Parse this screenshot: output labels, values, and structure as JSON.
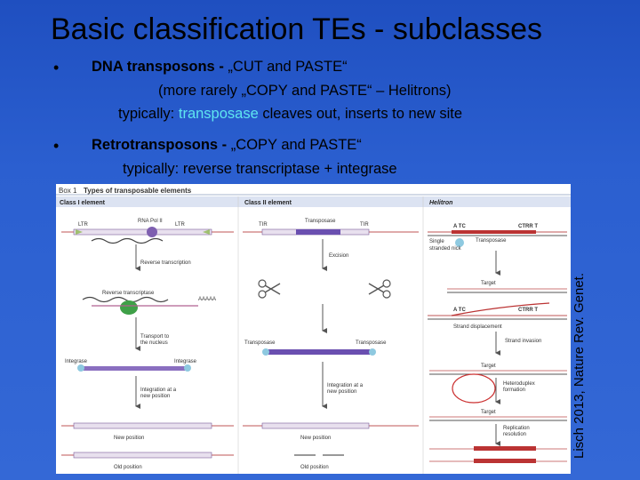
{
  "title": "Basic classification TEs - subclasses",
  "bullets": [
    {
      "marker": "•",
      "heading": "DNA transposons - ",
      "heading_rest": "„CUT and PASTE“",
      "line2": "(more rarely „COPY and PASTE“ – Helitrons)",
      "line3_pre": "typically: ",
      "line3_highlight": "transposase",
      "line3_post": " cleaves out, inserts to new site"
    },
    {
      "marker": "•",
      "heading": "Retrotransposons - ",
      "heading_rest": "„COPY and PASTE“",
      "line2": "typically: reverse transcriptase + integrase"
    }
  ],
  "credit": "Lisch 2013, Nature Rev. Genet.",
  "colors": {
    "highlight": "#5fe6f0",
    "background": "#2b5fd0"
  },
  "figure": {
    "box_label": "Box 1",
    "box_title": "Types of transposable elements",
    "class1": {
      "header": "Class I element",
      "ltr_left": "LTR",
      "rna_pol": "RNA Pol II",
      "ltr_right": "LTR",
      "step1": "Reverse transcription",
      "rt": "Reverse transcriptase",
      "polya": "AAAAA",
      "step2a": "Transport to",
      "step2b": "the nucleus",
      "integrase_left": "Integrase",
      "integrase_right": "Integrase",
      "step3a": "Integration at a",
      "step3b": "new position",
      "new_position": "New position",
      "old_position": "Old position"
    },
    "class2": {
      "header": "Class II element",
      "tir_left": "TIR",
      "transposase_top": "Transposase",
      "tir_right": "TIR",
      "excision": "Excision",
      "transposase_left": "Transposase",
      "transposase_right": "Transposase",
      "step_a": "Integration at a",
      "step_b": "new position",
      "new_position": "New position",
      "old_position": "Old position"
    },
    "helitron": {
      "header": "Helitron",
      "atc": "A TC",
      "ctrr": "CTRR T",
      "single_a": "Single",
      "single_b": "stranded nick",
      "transposase": "Transposase",
      "target1": "Target",
      "atc2": "A TC",
      "ctrr2": "CTRR T",
      "strand_disp": "Strand displacement",
      "strand_inv": "Strand invasion",
      "target2": "Target",
      "hetero_a": "Heteroduplex",
      "hetero_b": "formation",
      "target3": "Target",
      "repl_a": "Replication",
      "repl_b": "resolution"
    }
  }
}
